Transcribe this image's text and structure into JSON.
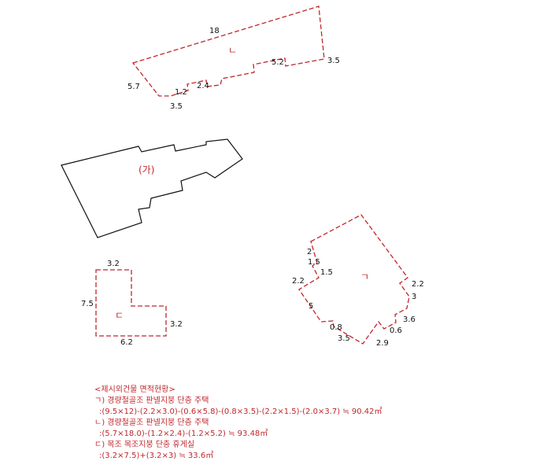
{
  "colors": {
    "dashed_outline": "#c0272d",
    "solid_outline": "#111111",
    "text_red": "#c0272d",
    "dims": "#111111"
  },
  "building_n": {
    "label": "ㄴ",
    "dims": {
      "top": "18",
      "right": "3.5",
      "step_upper": "5.2",
      "left": "5.7",
      "step_mid": "2.4",
      "step_small": "1.2",
      "bottom": "3.5"
    }
  },
  "building_ga": {
    "label": "(가)"
  },
  "building_d": {
    "label": "ㄷ",
    "dims": {
      "top": "3.2",
      "left": "7.5",
      "right": "3.2",
      "bottom": "6.2"
    }
  },
  "building_g": {
    "label": "ㄱ",
    "dims": {
      "top_left": "2",
      "step1": "1.5",
      "step2": "1.5",
      "left_step": "2.2",
      "left": "5",
      "bottom_step": "0.8",
      "bottom": "3.5",
      "bottom_right_step": "0.6",
      "bottom_right": "2.9",
      "right_lower": "3.6",
      "right_mid": "3",
      "right_upper": "2.2"
    }
  },
  "notes": {
    "heading": "<제시외건물 면적현황>",
    "lines": [
      "ㄱ) 경량철골조 판넬지붕 단층 주택",
      ":(9.5×12)-(2.2×3.0)-(0.6×5.8)-(0.8×3.5)-(2.2×1.5)-(2.0×3.7) ≒ 90.42㎡",
      "ㄴ) 경량철골조 판넬지붕 단층 주택",
      ":(5.7×18.0)-(1.2×2.4)-(1.2×5.2) ≒ 93.48㎡",
      "ㄷ) 목조 목조지붕 단층 휴게실",
      ":(3.2×7.5)+(3.2×3) ≒ 33.6㎡"
    ]
  }
}
